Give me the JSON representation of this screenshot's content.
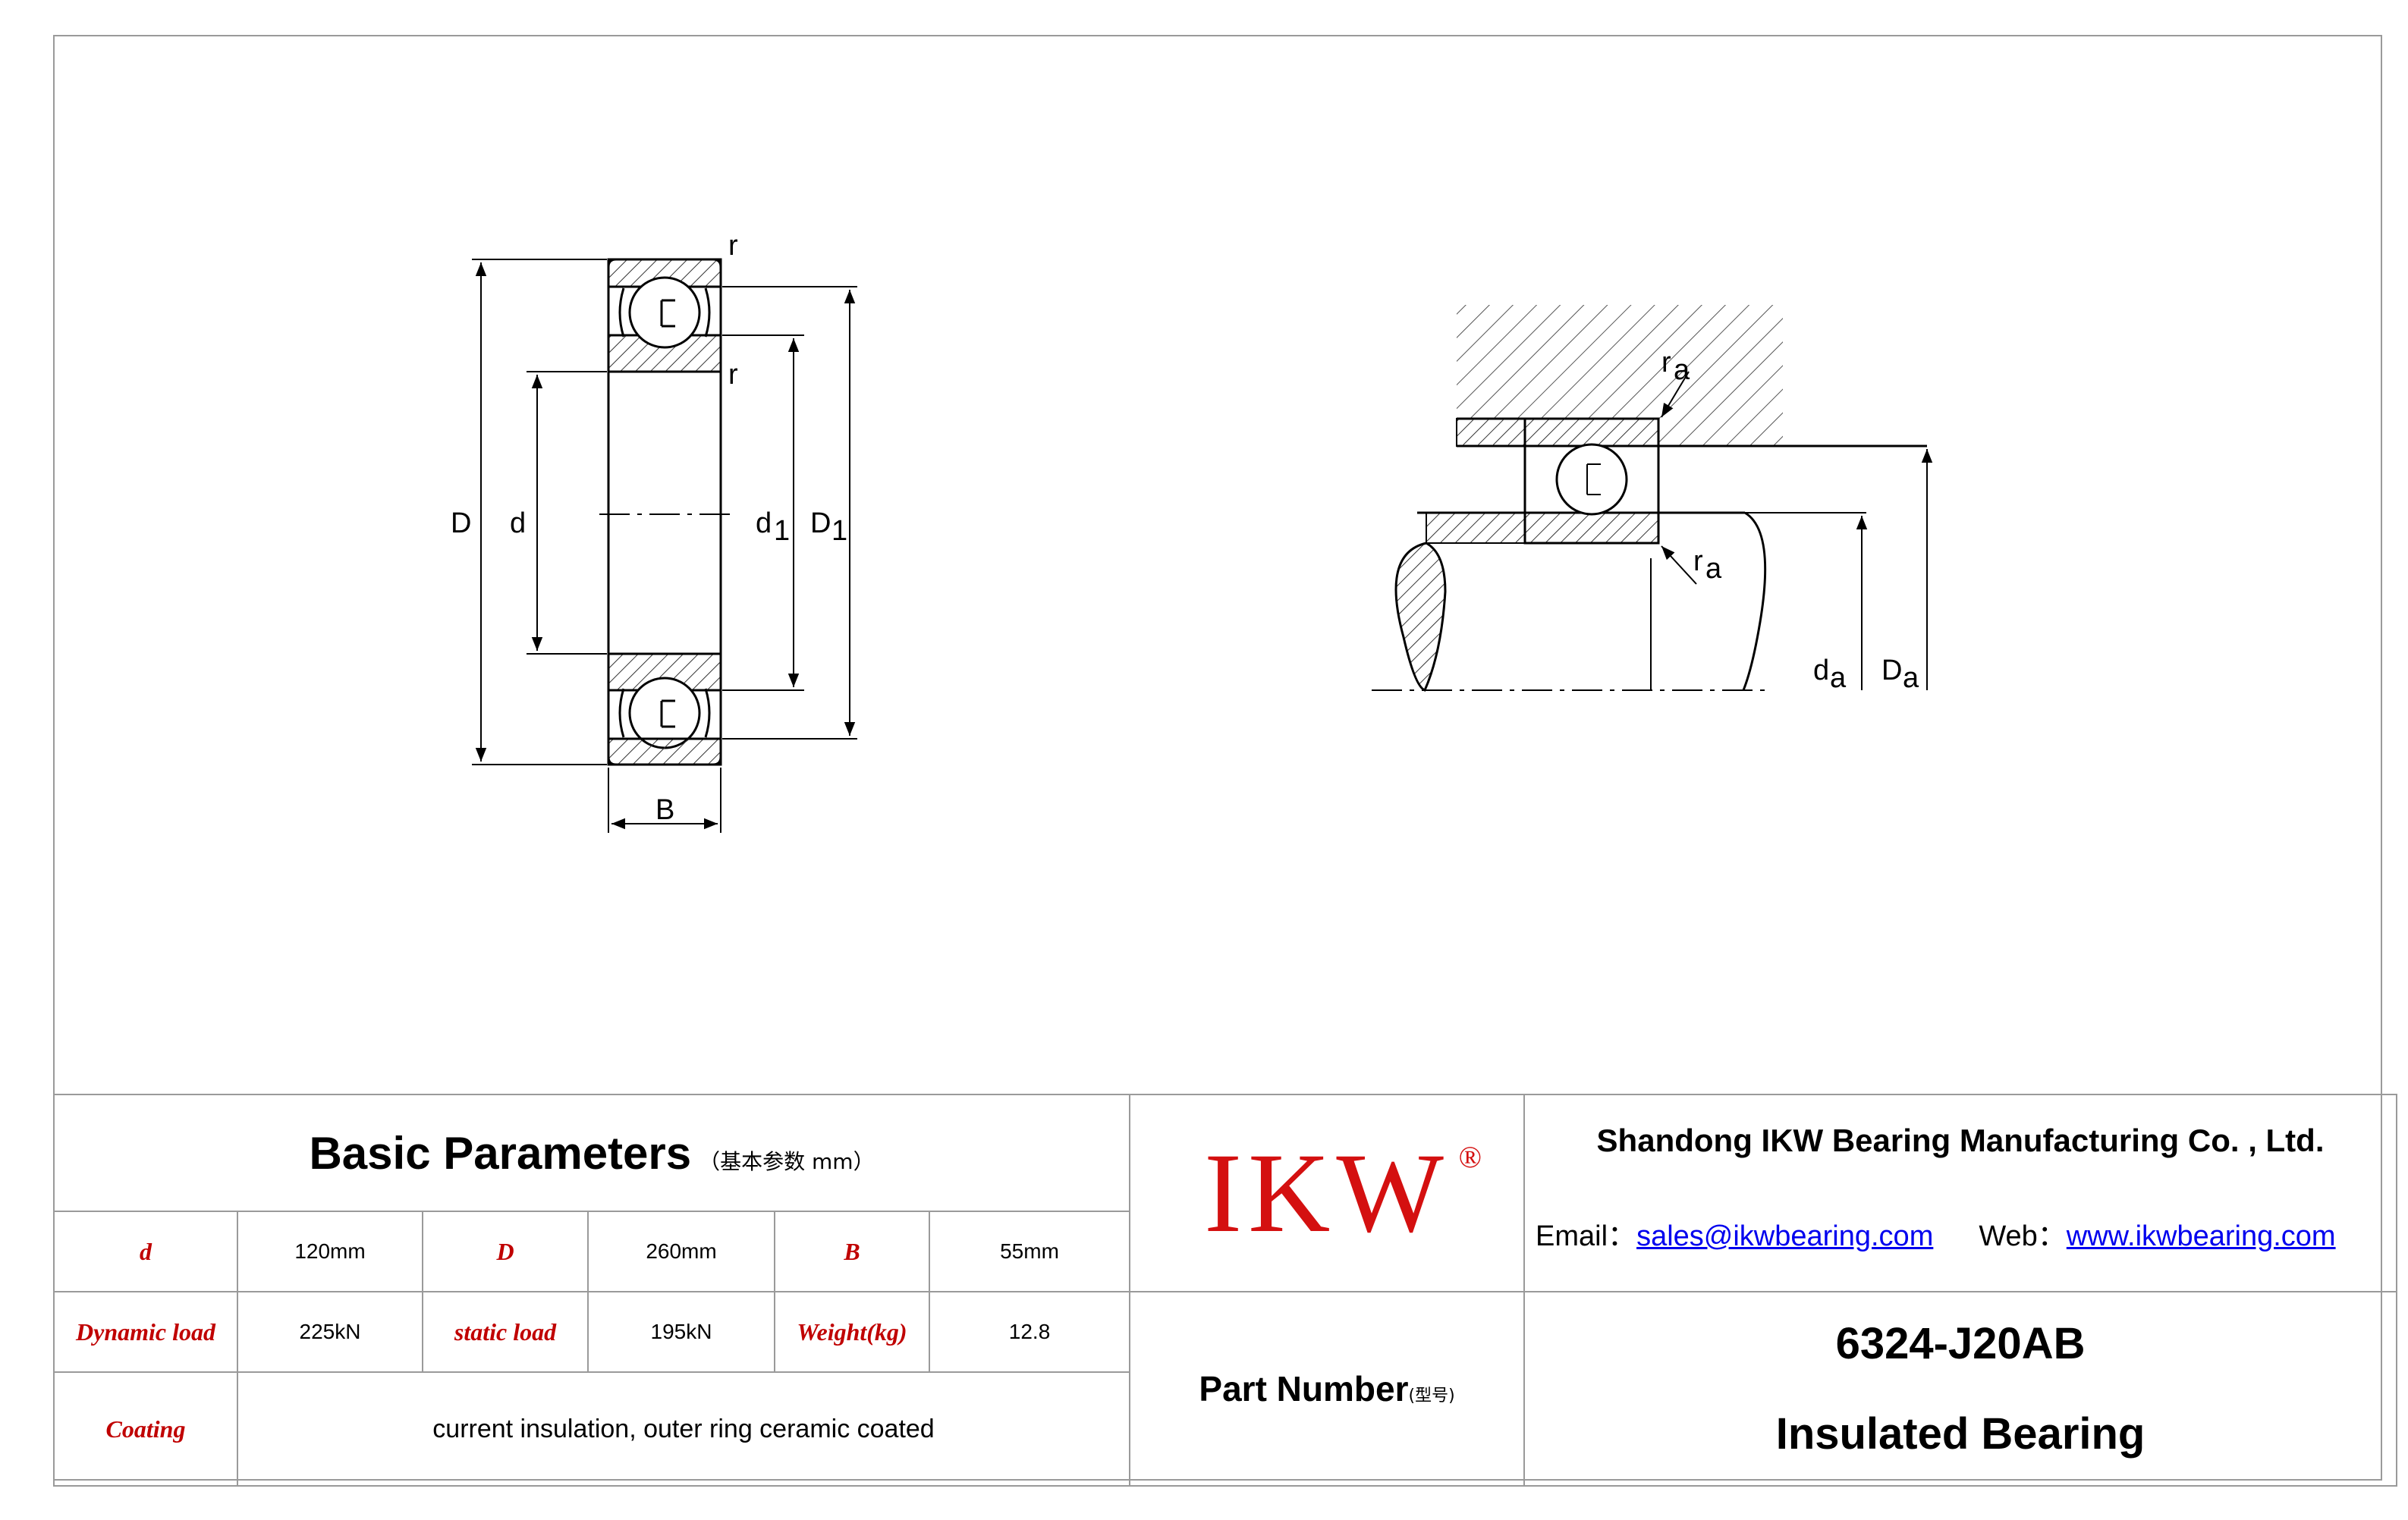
{
  "drawing_left": {
    "label_D": "D",
    "label_d": "d",
    "label_d1": "d",
    "label_d1_sub": "1",
    "label_D1": "D",
    "label_D1_sub": "1",
    "label_r_top": "r",
    "label_r_mid": "r",
    "label_B": "B"
  },
  "drawing_right": {
    "label_ra_top": "r",
    "label_ra_top_sub": "a",
    "label_ra_bot": "r",
    "label_ra_bot_sub": "a",
    "label_da": "d",
    "label_da_sub": "a",
    "label_Da": "D",
    "label_Da_sub": "a"
  },
  "params": {
    "title": "Basic Parameters",
    "title_sub": "（基本参数 mm）",
    "d_label": "d",
    "d_value": "120mm",
    "D_label": "D",
    "D_value": "260mm",
    "B_label": "B",
    "B_value": "55mm",
    "dyn_label": "Dynamic load",
    "dyn_value": "225kN",
    "static_label": "static load",
    "static_value": "195kN",
    "weight_label": "Weight(kg)",
    "weight_value": "12.8",
    "coating_label": "Coating",
    "coating_value": "current insulation, outer ring ceramic coated"
  },
  "brand": {
    "logo": "IKW",
    "reg": "®"
  },
  "company": {
    "name": "Shandong IKW Bearing Manufacturing Co. , Ltd.",
    "email_label": "Email：",
    "email": "sales@ikwbearing.com",
    "web_label": "Web：",
    "web": "www.ikwbearing.com"
  },
  "part": {
    "label": "Part Number",
    "label_sub": "(型号)",
    "number": "6324-J20AB",
    "type": "Insulated Bearing"
  },
  "colors": {
    "logo": "#d41010",
    "param_label": "#c00000",
    "link": "#0000ee",
    "border": "#9a9a9a"
  }
}
